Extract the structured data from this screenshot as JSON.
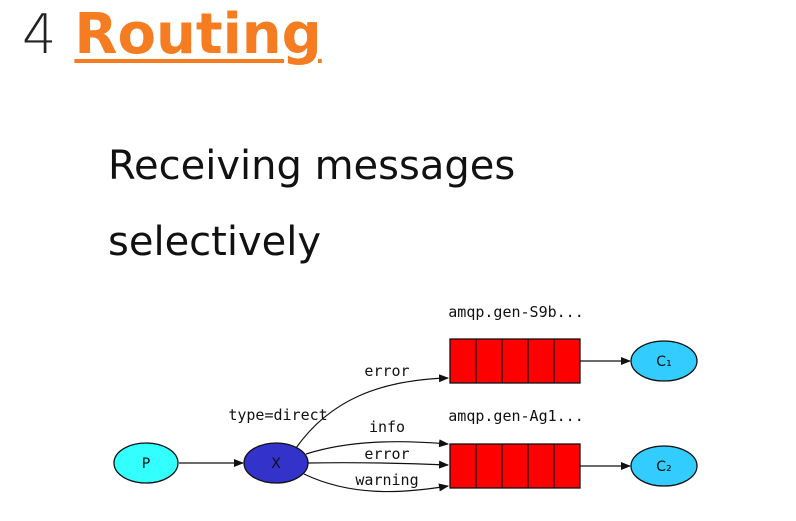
{
  "heading": {
    "number": "4",
    "title": "Routing"
  },
  "subtitle": "Receiving messages selectively",
  "diagram": {
    "producer": {
      "label": "P",
      "color": "#33ffff"
    },
    "exchange": {
      "label": "X",
      "type_label": "type=direct",
      "color": "#3333cc"
    },
    "queues": [
      {
        "name": "amqp.gen-S9b...",
        "color": "#ff0000"
      },
      {
        "name": "amqp.gen-Ag1...",
        "color": "#ff0000"
      }
    ],
    "consumers": [
      {
        "label": "C₁",
        "color": "#33ccff"
      },
      {
        "label": "C₂",
        "color": "#33ccff"
      }
    ],
    "bindings": [
      "error",
      "info",
      "error",
      "warning"
    ]
  }
}
